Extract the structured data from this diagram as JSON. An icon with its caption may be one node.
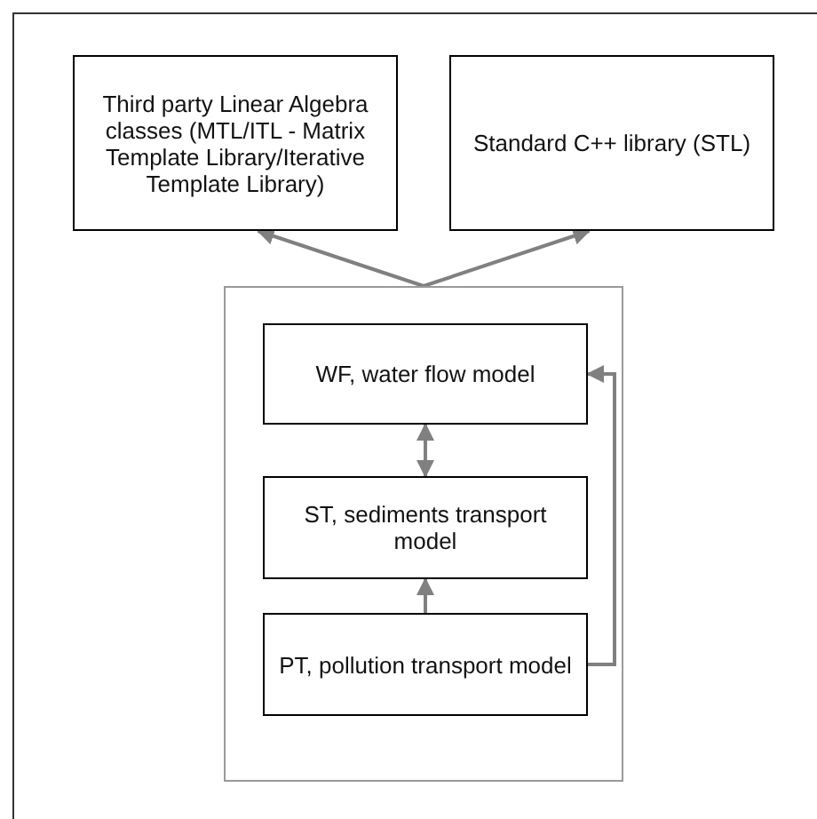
{
  "diagram": {
    "nodes": [
      {
        "text": [
          "Third party Linear Algebra classes (MTL/ITL - Matrix Template Library/Iterative Template Library)"
        ]
      },
      {
        "text": [
          "Standard C++ library (STL)"
        ]
      },
      {
        "text": [],
        "shape": "box"
      },
      {
        "text": [
          "WF, water flow model"
        ],
        "in": 2
      },
      {
        "text": [
          "ST, sediments transport model"
        ],
        "in": 2
      },
      {
        "text": [
          "PT, pollution transport model"
        ],
        "in": 2
      }
    ],
    "edges": [
      {
        "from": 2,
        "to": 0,
        "arrow": "to"
      },
      {
        "from": 2,
        "to": 1,
        "arrow": "to"
      },
      {
        "from": 3,
        "to": 4,
        "arrow": "both"
      },
      {
        "from": 5,
        "to": 4,
        "arrow": "to"
      },
      {
        "from": 5,
        "to": 3,
        "arrow": "to"
      }
    ]
  }
}
